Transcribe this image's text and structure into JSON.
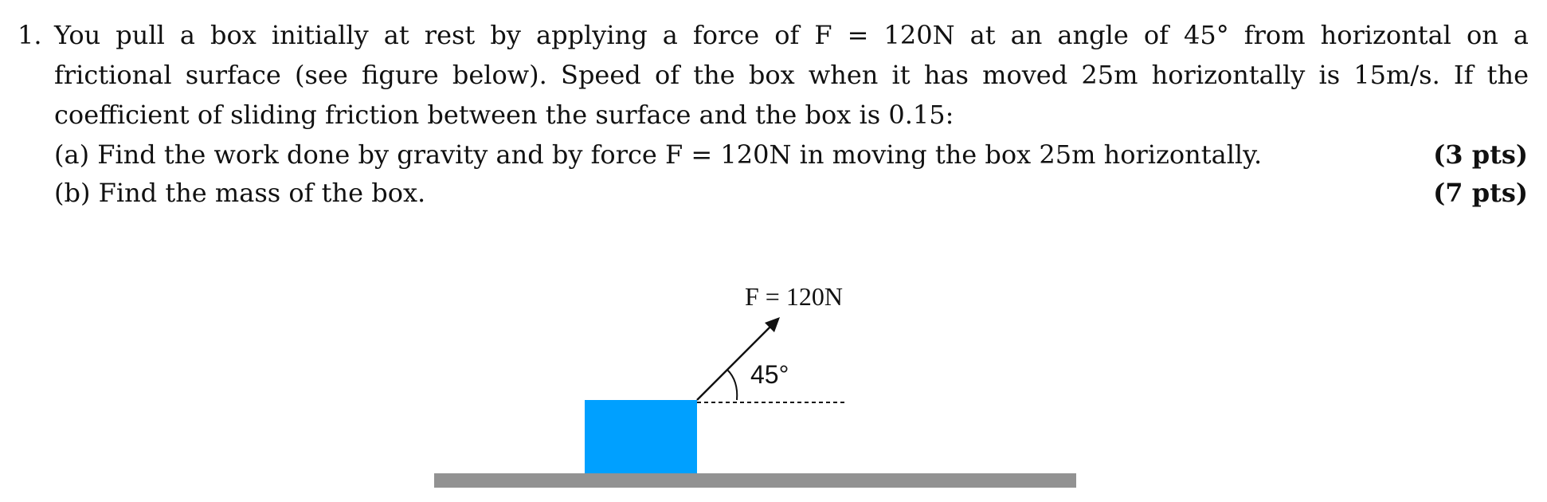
{
  "problem": {
    "number": "1.",
    "line1": "You pull a box initially at rest by applying a force of F = 120N at an angle of 45° from horizontal on a",
    "line2": "frictional surface (see figure below). Speed of the box when it has moved 25m horizontally is 15m/s. If the",
    "line3": "coefficient of sliding friction between the surface and the box is 0.15:",
    "part_a": "(a) Find the work done by gravity and by force F = 120N in moving the box 25m horizontally.",
    "part_a_points": "(3 pts)",
    "part_b": "(b) Find the mass of the box.",
    "part_b_points": "(7 pts)"
  },
  "figure": {
    "force_label": "F = 120N",
    "angle_label": "45°",
    "colors": {
      "box": "#00a0ff",
      "ground": "#929292",
      "ink": "#111111"
    }
  }
}
